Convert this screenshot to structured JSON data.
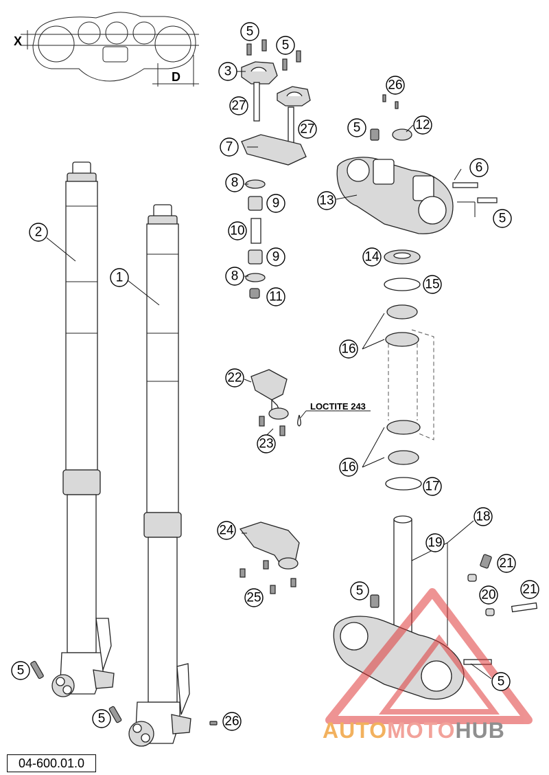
{
  "callouts": [
    {
      "id": "c1",
      "label": "1"
    },
    {
      "id": "c2",
      "label": "2"
    },
    {
      "id": "c3",
      "label": "3"
    },
    {
      "id": "c5a",
      "label": "5"
    },
    {
      "id": "c5b",
      "label": "5"
    },
    {
      "id": "c5c",
      "label": "5"
    },
    {
      "id": "c5d",
      "label": "5"
    },
    {
      "id": "c5e",
      "label": "5"
    },
    {
      "id": "c5f",
      "label": "5"
    },
    {
      "id": "c5g",
      "label": "5"
    },
    {
      "id": "c5h",
      "label": "5"
    },
    {
      "id": "c6",
      "label": "6"
    },
    {
      "id": "c7",
      "label": "7"
    },
    {
      "id": "c8a",
      "label": "8"
    },
    {
      "id": "c8b",
      "label": "8"
    },
    {
      "id": "c9a",
      "label": "9"
    },
    {
      "id": "c9b",
      "label": "9"
    },
    {
      "id": "c10",
      "label": "10"
    },
    {
      "id": "c11",
      "label": "11"
    },
    {
      "id": "c12",
      "label": "12"
    },
    {
      "id": "c13",
      "label": "13"
    },
    {
      "id": "c14",
      "label": "14"
    },
    {
      "id": "c15",
      "label": "15"
    },
    {
      "id": "c16a",
      "label": "16"
    },
    {
      "id": "c16b",
      "label": "16"
    },
    {
      "id": "c17",
      "label": "17"
    },
    {
      "id": "c18",
      "label": "18"
    },
    {
      "id": "c19",
      "label": "19"
    },
    {
      "id": "c20",
      "label": "20"
    },
    {
      "id": "c21a",
      "label": "21"
    },
    {
      "id": "c21b",
      "label": "21"
    },
    {
      "id": "c22",
      "label": "22"
    },
    {
      "id": "c23",
      "label": "23"
    },
    {
      "id": "c24",
      "label": "24"
    },
    {
      "id": "c25",
      "label": "25"
    },
    {
      "id": "c26a",
      "label": "26"
    },
    {
      "id": "c26b",
      "label": "26"
    },
    {
      "id": "c27a",
      "label": "27"
    },
    {
      "id": "c27b",
      "label": "27"
    }
  ],
  "dimensions": {
    "x_label": "X",
    "d_label": "D"
  },
  "note": "LOCTITE 243",
  "diagram_ref": "04-600.01.0",
  "watermark": {
    "part1": "AUTO",
    "part2": "MOTO",
    "part3": "HUB"
  }
}
